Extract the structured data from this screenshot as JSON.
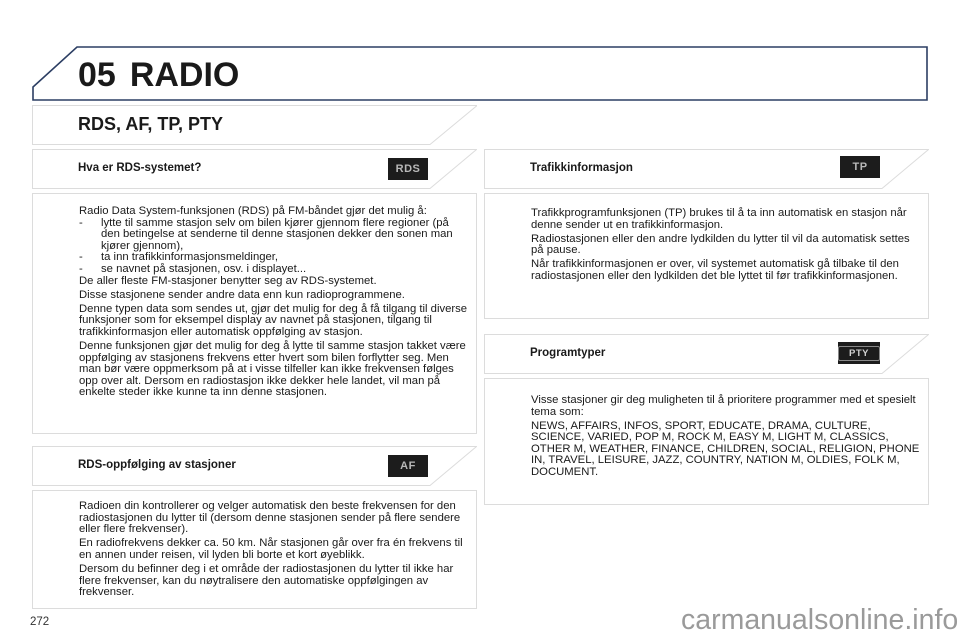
{
  "chapter": {
    "number": "05",
    "title": "RADIO",
    "border_color": "#2c3e63"
  },
  "section_title": "RDS, AF, TP, PTY",
  "left": {
    "rds": {
      "heading": "Hva er RDS-systemet?",
      "badge": "RDS",
      "intro": "Radio Data System-funksjonen (RDS) på FM-båndet gjør det mulig å:",
      "bullets": [
        {
          "dash": "-",
          "text": "lytte til samme stasjon selv om bilen kjører gjennom flere regioner (på den betingelse at senderne til denne stasjonen dekker den sonen man kjører gjennom),"
        },
        {
          "dash": "-",
          "text": "ta inn trafikkinformasjonsmeldinger,"
        },
        {
          "dash": "-",
          "text": "se navnet på stasjonen, osv. i displayet..."
        }
      ],
      "paragraphs": [
        "De aller fleste FM-stasjoner benytter seg av RDS-systemet.",
        "Disse stasjonene sender andre data enn kun radioprogrammene.",
        "Denne typen data som sendes ut, gjør det mulig for deg å få tilgang til diverse funksjoner som for eksempel display av navnet på stasjonen, tilgang til trafikkinformasjon eller automatisk oppfølging av stasjon.",
        "Denne funksjonen gjør det mulig for deg å lytte til samme stasjon takket være oppfølging av stasjonens frekvens etter hvert som bilen forflytter seg. Men man bør være oppmerksom på at i visse tilfeller kan ikke frekvensen følges opp over alt. Dersom en radiostasjon ikke dekker hele landet, vil man på enkelte steder ikke kunne ta inn denne stasjonen."
      ]
    },
    "af": {
      "heading": "RDS-oppfølging av stasjoner",
      "badge": "AF",
      "paragraphs": [
        "Radioen din kontrollerer og velger automatisk den beste frekvensen for den radiostasjonen du lytter til (dersom denne stasjonen sender på flere sendere eller flere frekvenser).",
        "En radiofrekvens dekker ca. 50 km. Når stasjonen går over fra én frekvens til en annen under reisen, vil lyden bli borte et kort øyeblikk.",
        "Dersom du befinner deg i et område der radiostasjonen du lytter til ikke har flere frekvenser, kan du nøytralisere den automatiske oppfølgingen av frekvenser."
      ]
    }
  },
  "right": {
    "tp": {
      "heading": "Trafikkinformasjon",
      "badge": "TP",
      "paragraphs": [
        "Trafikkprogramfunksjonen (TP) brukes til å ta inn automatisk en stasjon når denne sender ut en trafikkinformasjon.",
        "Radiostasjonen eller den andre lydkilden du lytter til vil da automatisk settes på pause.",
        "Når trafikkinformasjonen er over, vil systemet automatisk gå tilbake til den radiostasjonen eller den lydkilden det ble lyttet til før trafikkinformasjonen."
      ]
    },
    "pty": {
      "heading": "Programtyper",
      "badge": "PTY",
      "paragraphs": [
        "Visse stasjoner gir deg muligheten til å prioritere programmer med et spesielt tema som:",
        "NEWS, AFFAIRS, INFOS, SPORT, EDUCATE, DRAMA, CULTURE, SCIENCE, VARIED, POP M, ROCK M, EASY M, LIGHT M, CLASSICS, OTHER M, WEATHER, FINANCE, CHILDREN, SOCIAL, RELIGION, PHONE IN, TRAVEL, LEISURE, JAZZ, COUNTRY, NATION M, OLDIES, FOLK M, DOCUMENT."
      ]
    }
  },
  "page_number": "272",
  "watermark": "carmanualsonline.info"
}
